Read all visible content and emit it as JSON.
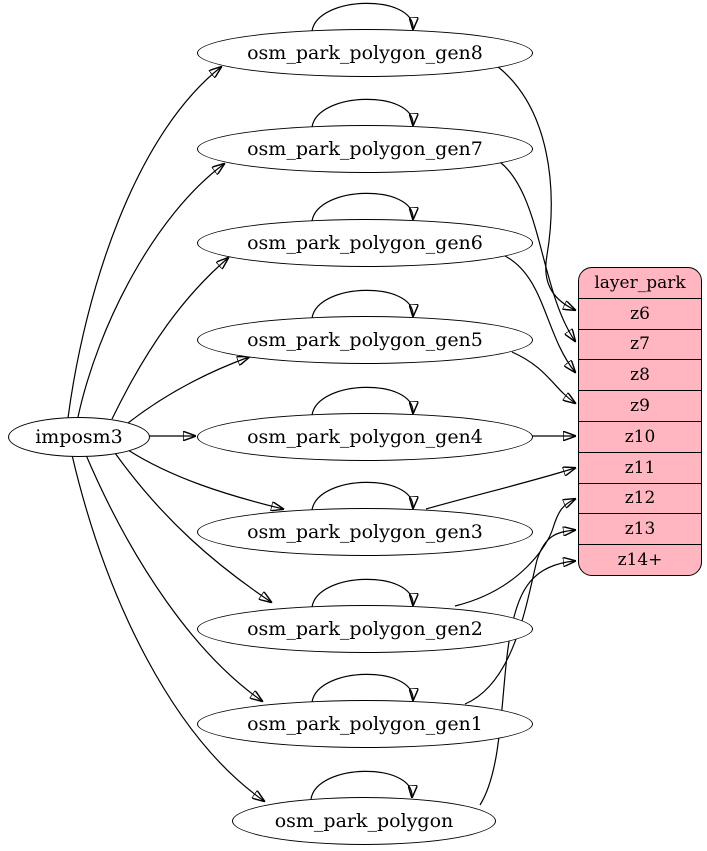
{
  "diagram": {
    "kind": "graphviz-digraph",
    "background_color": "#ffffff",
    "edge_color": "#000000",
    "node_fill": "#ffffff",
    "node_border_color": "#000000"
  },
  "nodes": {
    "imposm3": {
      "label": "imposm3",
      "shape": "ellipse"
    },
    "gen8": {
      "label": "osm_park_polygon_gen8",
      "shape": "ellipse"
    },
    "gen7": {
      "label": "osm_park_polygon_gen7",
      "shape": "ellipse"
    },
    "gen6": {
      "label": "osm_park_polygon_gen6",
      "shape": "ellipse"
    },
    "gen5": {
      "label": "osm_park_polygon_gen5",
      "shape": "ellipse"
    },
    "gen4": {
      "label": "osm_park_polygon_gen4",
      "shape": "ellipse"
    },
    "gen3": {
      "label": "osm_park_polygon_gen3",
      "shape": "ellipse"
    },
    "gen2": {
      "label": "osm_park_polygon_gen2",
      "shape": "ellipse"
    },
    "gen1": {
      "label": "osm_park_polygon_gen1",
      "shape": "ellipse"
    },
    "polygon": {
      "label": "osm_park_polygon",
      "shape": "ellipse"
    }
  },
  "layer_table": {
    "title": "layer_park",
    "fill_color": "#ffb6c1",
    "border_color": "#000000",
    "rows": [
      "z6",
      "z7",
      "z8",
      "z9",
      "z10",
      "z11",
      "z12",
      "z13",
      "z14+"
    ]
  },
  "edges": [
    {
      "from": "imposm3",
      "to": "osm_park_polygon_gen8"
    },
    {
      "from": "imposm3",
      "to": "osm_park_polygon_gen7"
    },
    {
      "from": "imposm3",
      "to": "osm_park_polygon_gen6"
    },
    {
      "from": "imposm3",
      "to": "osm_park_polygon_gen5"
    },
    {
      "from": "imposm3",
      "to": "osm_park_polygon_gen4"
    },
    {
      "from": "imposm3",
      "to": "osm_park_polygon_gen3"
    },
    {
      "from": "imposm3",
      "to": "osm_park_polygon_gen2"
    },
    {
      "from": "imposm3",
      "to": "osm_park_polygon_gen1"
    },
    {
      "from": "imposm3",
      "to": "osm_park_polygon"
    },
    {
      "from": "osm_park_polygon_gen8",
      "to": "osm_park_polygon_gen8"
    },
    {
      "from": "osm_park_polygon_gen7",
      "to": "osm_park_polygon_gen7"
    },
    {
      "from": "osm_park_polygon_gen6",
      "to": "osm_park_polygon_gen6"
    },
    {
      "from": "osm_park_polygon_gen5",
      "to": "osm_park_polygon_gen5"
    },
    {
      "from": "osm_park_polygon_gen4",
      "to": "osm_park_polygon_gen4"
    },
    {
      "from": "osm_park_polygon_gen3",
      "to": "osm_park_polygon_gen3"
    },
    {
      "from": "osm_park_polygon_gen2",
      "to": "osm_park_polygon_gen2"
    },
    {
      "from": "osm_park_polygon_gen1",
      "to": "osm_park_polygon_gen1"
    },
    {
      "from": "osm_park_polygon",
      "to": "osm_park_polygon"
    },
    {
      "from": "osm_park_polygon_gen8",
      "to": "layer_park.z6"
    },
    {
      "from": "osm_park_polygon_gen7",
      "to": "layer_park.z7"
    },
    {
      "from": "osm_park_polygon_gen6",
      "to": "layer_park.z8"
    },
    {
      "from": "osm_park_polygon_gen5",
      "to": "layer_park.z9"
    },
    {
      "from": "osm_park_polygon_gen4",
      "to": "layer_park.z10"
    },
    {
      "from": "osm_park_polygon_gen3",
      "to": "layer_park.z11"
    },
    {
      "from": "osm_park_polygon_gen2",
      "to": "layer_park.z12"
    },
    {
      "from": "osm_park_polygon_gen1",
      "to": "layer_park.z13"
    },
    {
      "from": "osm_park_polygon",
      "to": "layer_park.z14+"
    }
  ]
}
